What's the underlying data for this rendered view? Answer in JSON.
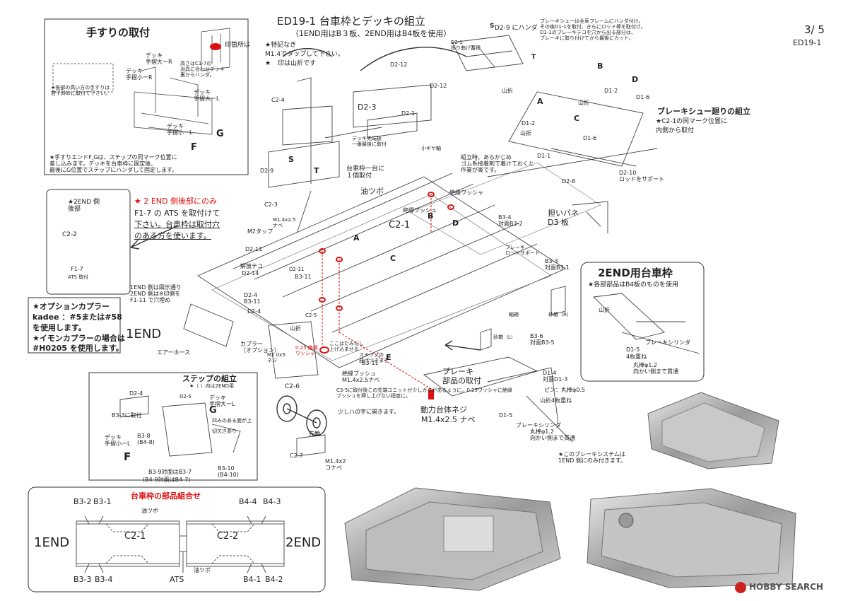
{
  "page": {
    "page_no": "3/ 5",
    "model": "ED19-1"
  },
  "title": {
    "main": "ED19-1 台車枠とデッキの組立",
    "sub": "（1END用はB３板、2END用はB4板を使用）"
  },
  "notes": {
    "special": "★特記なき",
    "special2": "印箇所は",
    "special3": "M1.4でタップして下さい。",
    "fold": "★",
    "fold2": "印は山折です"
  },
  "handrail": {
    "title": "手すりの取付",
    "labels": [
      "デッキ\n手摺大ーR",
      "デッキ\n手摺小ーR",
      "デッキ\n手摺大ーL",
      "デッキ\n手摺小ーL",
      "F",
      "G"
    ],
    "note_height": "高さはC1-7の\n治具に合わせデッキ\n裏からハンダ。",
    "note_rear": "★後部の高い方の手すりは\n若干斜めに取付て下さい。",
    "note_end": "★手すりエンドF,Gは、ステップの同マーク位置に\n差し込みます。デッキを台車枠に固定後、\n最後にG位置でステップにハンダして固定します。",
    "label_F": "F",
    "label_G": "G"
  },
  "rear_box": {
    "title": "★2END 側\n後部",
    "c22": "C2-2",
    "f17": "F1-7",
    "ats": "ATS 取付"
  },
  "rear_note": {
    "head": "★ 2 END 側後部にのみ",
    "l1": "F1-7 の ATS を取付けて",
    "l2": "下さい。台車枠は取付穴",
    "l3": "のある方を使います。"
  },
  "coupler": {
    "l1": "★オプションカプラー",
    "l2": "kadee ：#5または#58",
    "l3": "を使用します。",
    "l4": "★イモンカプラーの場合は",
    "l5": "#H0205 を使用します。"
  },
  "end_label": "1END",
  "parts": {
    "d29_top": "D2-9 にハンダ",
    "d21": "D2-1\n折り曲げ蓄積",
    "d212": "D2-12",
    "d212b": "D2-12",
    "d23": "D2-3",
    "d21b": "D2-1",
    "s": "S",
    "t": "T",
    "yama": "山折",
    "deck_note": "デッキ先端板\n一番最後に取付",
    "kogiya": "小ギヤ軸",
    "c24": "C2-4",
    "c23": "C2-3",
    "d29": "D2-9",
    "s2": "S",
    "t2": "T",
    "m14nabe": "M1.4x2.5\nナベ",
    "m2tap": "M2タップ",
    "bogie_oil": "台車枠一台に\n１個取付",
    "oil": "油ツボ",
    "glue_note": "組立時、あらかじめ\nゴム系接着剤で着けておくと\n作業が楽です。",
    "washer": "絶縁ワッシャ",
    "bush": "絶縁ブッシュ",
    "c21": "C2-1",
    "a": "A",
    "b": "B",
    "c": "C",
    "d": "D",
    "d211": "D2-11",
    "d214": "D2-14",
    "kaiho": "解放テコ",
    "d211b": "D2-11",
    "note_1end": "1END 側は図示通り\n2END 側は※印側を\nF1-11 で穴埋め",
    "b311": "B3-11",
    "d24": "D2-4",
    "b311b": "B3-11",
    "d24b": "D2-4",
    "c25": "C2-5",
    "yamaori": "山折",
    "mounted": "ここはたみだし\n上げ込ませる",
    "coupler_opt": "カプラー\n（オプション）",
    "washer025": "0.25 絶縁\nワッシャ",
    "m2nej": "M2.0x5\nネジ",
    "step_note": "ステップの\n曲げつきます",
    "e": "E",
    "b311c": "B3-11",
    "airhose": "エアーホース",
    "bush2": "絶縁ブッシュ\nM1.4x2.5ナベ",
    "c35note": "C3-5に取付後この先端ユニットが少しガタがあるように。0.25ワッシャに絶縁\nブッシュを押し上げない程度に。",
    "small_note": "少しハの字に開きます。",
    "motor_screw": "動力台体ネジ",
    "motor_screw2": "M1.4x2.5 ナベ",
    "c26": "C2-6",
    "wheel": "先輪",
    "c27": "C2-7",
    "m14kona": "M1.4x2\nコナベ",
    "brake": "ブレーキ\nロッドサポート",
    "brake_parts": "ブレーキ\n部品の取付",
    "b34": "B3-4\n対面B3-2",
    "b33": "B3-3\n対面B3-1",
    "b36": "B3-6\n対面B3-5",
    "sand_r": "砂箱（R）",
    "sand_l": "砂箱（L）",
    "axle": "軸箱",
    "spring": "担いバネ\nD3 板",
    "d14": "D1-4\n対面D1-3",
    "pin": "ピン：丸棒φ0.5",
    "yama4": "山折4枚重ね",
    "d15": "D1-5",
    "cyl": "ブレーキシリンダ",
    "rod": "丸棒φ1.2\n向かい側まで貫通",
    "brake_sys": "★このブレーキシステムは\n1END 側にのみ付きます。"
  },
  "brake_shoe": {
    "title": "ブレーキシュー廻りの組立",
    "l1": "★C2-1の同マーク位置に",
    "l2": "内側から取付",
    "top_note": "ブレーキシューは全車フレームにハンダ付け。\nその後D1-1を取付、きらにロッド棒を取付け。\nD1-1のブレーキテコを穴から出る部分は、\nブレーキに取り付けてから最後にカット。",
    "a": "A",
    "b": "B",
    "c": "C",
    "d": "D",
    "d12": "D1-2",
    "d12b": "D1-2",
    "d16": "D1-6",
    "d16b": "D1-6",
    "d11": "D1-1",
    "d28": "D2-8",
    "d210": "D2-10\nロッドをサポート",
    "yama": "山折",
    "yama2": "山折"
  },
  "bogie_2end": {
    "title": "2END用台車枠",
    "note": "★各部部品はB4板のものを使用",
    "cyl": "ブレーキシリンダ",
    "d15": "D1-5",
    "four": "4枚重ね",
    "rod": "丸棒φ1.2\n向かい側まで貫通",
    "yama": "山折"
  },
  "step": {
    "title": "ステップの組立",
    "note": "★（ ）内は2END用",
    "d24": "D2-4",
    "d25": "D2-5",
    "deck_big": "デッキ\n手摺大ーL",
    "g": "G",
    "b33": "B3-3に取付",
    "bend": "凹みのある面が上",
    "b38": "B3-8\n(B4-8)",
    "cut": "切欠きあり",
    "deck_small": "デッキ\n手摺小ーL",
    "f": "F",
    "b39": "B3-9対面はB3-7",
    "b49": "(B4-9対面はB4-7)",
    "b310": "B3-10\n(B4-10)"
  },
  "combination": {
    "title": "台車枠の部品組合せ",
    "b32": "B3-2",
    "b31": "B3-1",
    "oil1": "油ツボ",
    "b44": "B4-4",
    "b43": "B4-3",
    "end1": "1END",
    "c21": "C2-1",
    "c22": "C2-2",
    "end2": "2END",
    "b33": "B3-3",
    "b34": "B3-4",
    "oil2": "油ツボ",
    "b41": "B4-1",
    "b42": "B4-2",
    "ats": "ATS"
  },
  "watermark": {
    "text": "HOBBY SEARCH"
  }
}
